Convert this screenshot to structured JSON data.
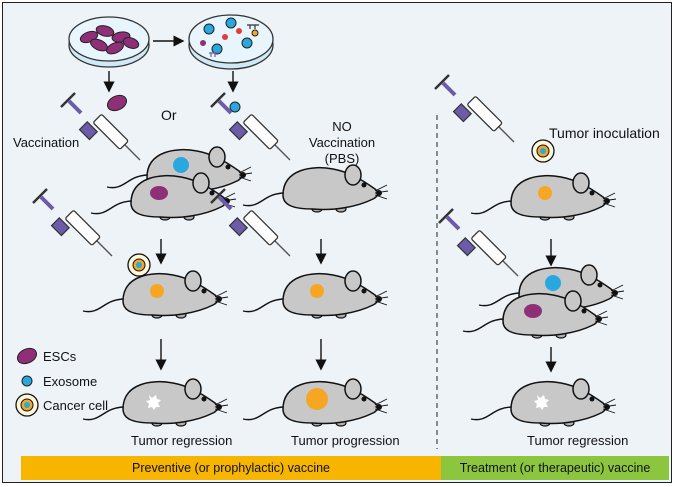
{
  "labels": {
    "vaccination": "Vaccination",
    "or": "Or",
    "no_vaccination": "NO\nVaccination\n(PBS)",
    "tumor_inoculation": "Tumor inoculation",
    "tumor_regression_left": "Tumor regression",
    "tumor_progression": "Tumor progression",
    "tumor_regression_right": "Tumor regression"
  },
  "legend": {
    "escs": "ESCs",
    "exosome": "Exosome",
    "cancer_cell": "Cancer cell"
  },
  "bars": {
    "preventive": "Preventive (or prophylactic) vaccine",
    "treatment": "Treatment (or therapeutic) vaccine"
  },
  "colors": {
    "esc": "#8e2f78",
    "exosome": "#29a8df",
    "cancer_cell_nucleus": "#f5a623",
    "mouse": "#c8c8c8",
    "preventive_bar": "#f7b500",
    "treatment_bar": "#8cc63f"
  }
}
